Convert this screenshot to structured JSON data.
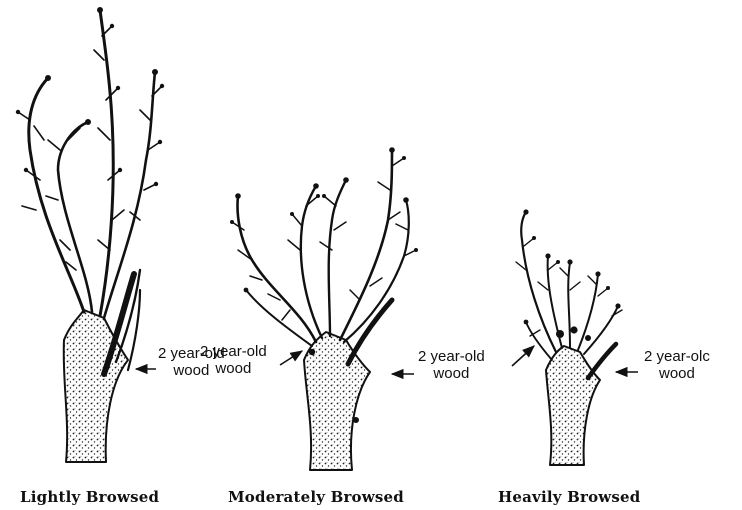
{
  "panels": [
    {
      "caption": "Lightly Browsed",
      "callout_line1": "2 year-old",
      "callout_line2": "wood"
    },
    {
      "caption": "Moderately Browsed",
      "callout_line1": "2 year-old",
      "callout_line2": "wood"
    },
    {
      "caption": "Heavily Browsed",
      "callout_line1": "2 year-olc",
      "callout_line2": "wood"
    }
  ],
  "colors": {
    "ink": "#111111",
    "bark": "#f4f1ea",
    "background": "#ffffff"
  }
}
